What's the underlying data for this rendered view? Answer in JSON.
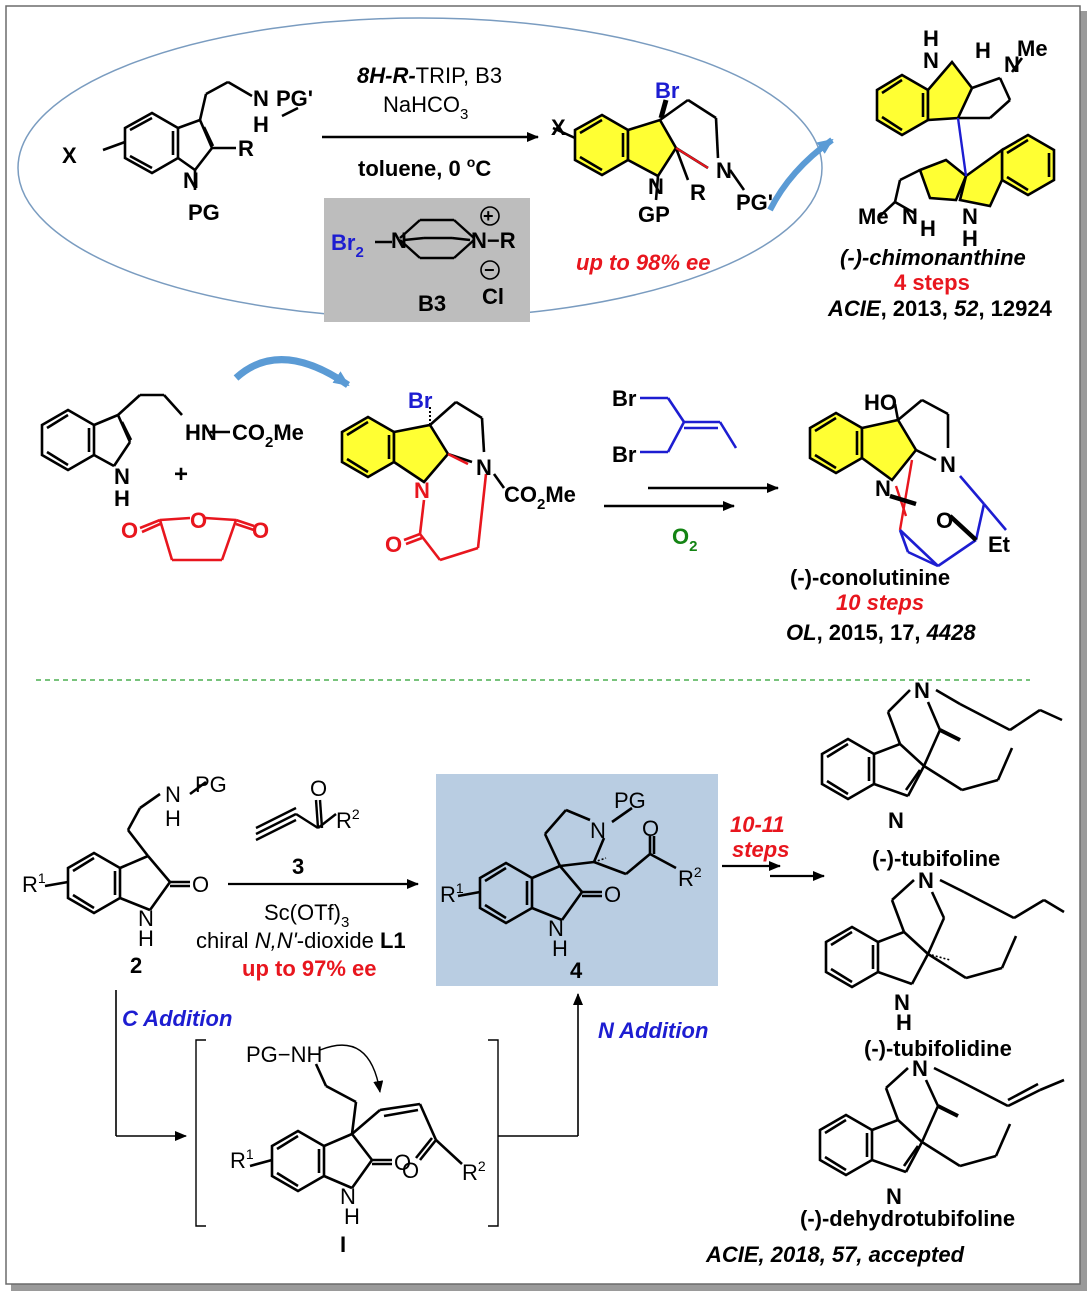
{
  "colors": {
    "ring_fill": "#ffff33",
    "red": "#e8161e",
    "blue": "#1d1dd1",
    "green": "#148414",
    "arrow_blue": "#5b9bd5",
    "box_gray": "#bdbdbd",
    "box_blue": "#b9cde2",
    "ellipse_stroke": "#7a9cc0",
    "dash_green": "#4caf50"
  },
  "top": {
    "reagents_line1_italic": "8H-R-",
    "reagents_line1_rest": "TRIP, B3",
    "reagents_line2": "NaHCO",
    "reagents_line2_sub": "3",
    "conditions": "toluene, 0 ",
    "conditions_deg": "o",
    "conditions_unit": "C",
    "ee": "up to 98% ee",
    "sm_x": "X",
    "sm_r": "R",
    "sm_pg": "PG",
    "sm_pgp": "PG'",
    "sm_n": "N",
    "sm_h": "H",
    "prod_x": "X",
    "prod_br": "Br",
    "prod_gp": "GP",
    "prod_r": "R",
    "prod_pgp": "PG'",
    "b3_br2": "Br",
    "b3_br2_sub": "2",
    "b3_plus": "+",
    "b3_minus": "−",
    "b3_r": "N−R",
    "b3_cl": "Cl",
    "b3_label": "B3",
    "chim_name": "(-)-chimonanthine",
    "chim_steps": "4 steps",
    "chim_ref_journal": "ACIE",
    "chim_ref_rest": ", 2013, ",
    "chim_ref_vol": "52",
    "chim_ref_page": ", 12924",
    "chim_me1": "Me",
    "chim_me2": "Me"
  },
  "middle": {
    "trp_nh": "HN",
    "trp_co2me": "CO",
    "trp_co2me_sub": "2",
    "trp_co2me_end": "Me",
    "plus": "+",
    "prod_br": "Br",
    "prod_co2me": "CO",
    "prod_co2me_sub": "2",
    "prod_co2me_end": "Me",
    "reagent_br1": "Br",
    "reagent_br2": "Br",
    "o2": "O",
    "o2_sub": "2",
    "conol_ho": "HO",
    "conol_o": "O",
    "conol_et": "Et",
    "conol_name": "(-)-conolutinine",
    "conol_steps": "10 steps",
    "conol_ref_journal": "OL",
    "conol_ref_rest": ", 2015, 17, ",
    "conol_ref_page": "4428"
  },
  "bottom": {
    "sm_label": "2",
    "sm_pg": "PG",
    "sm_r1": "R",
    "sm_r1_sup": "1",
    "reagent_label": "3",
    "reagent_r2": "R",
    "reagent_r2_sup": "2",
    "cat_line1": "Sc(OTf)",
    "cat_line1_sub": "3",
    "cat_line2_pre": "chiral ",
    "cat_line2_italic": "N,N'",
    "cat_line2_mid": "-dioxide ",
    "cat_line2_bold": "L1",
    "ee": "up to 97% ee",
    "prod_label": "4",
    "prod_pg": "PG",
    "prod_r1": "R",
    "prod_r2": "R",
    "steps_line1": "10-11",
    "steps_line2": "steps",
    "c_addition": "C Addition",
    "n_addition": "N Addition",
    "int_label": "I",
    "int_pgnh": "PG−NH",
    "int_r1": "R",
    "int_r2": "R",
    "tubifoline": "(-)-tubifoline",
    "tubifolidine": "(-)-tubifolidine",
    "dehydro": "(-)-dehydrotubifoline",
    "ref": "ACIE, 2018, 57, accepted"
  }
}
